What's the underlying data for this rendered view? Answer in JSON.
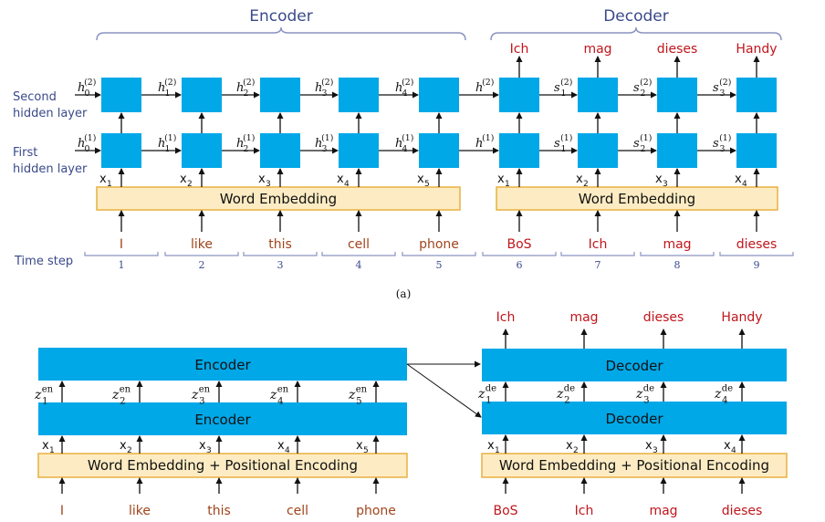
{
  "colors": {
    "cell": "#00a8e8",
    "embed_fill": "#fdecc3",
    "embed_stroke": "#e8b040",
    "dark_text": "#111111",
    "output_red": "#c0161c",
    "input_brown": "#a0441b",
    "label_blue": "#3a4a8a",
    "brace_blue": "#8a94c0",
    "arrow": "#111111"
  },
  "diagram_a": {
    "encoder_title": "Encoder",
    "decoder_title": "Decoder",
    "second_layer_label": [
      "Second",
      "hidden layer"
    ],
    "first_layer_label": [
      "First",
      "hidden layer"
    ],
    "time_step_label": "Time step",
    "encoder_embedding_label": "Word Embedding",
    "decoder_embedding_label": "Word Embedding",
    "caption": "(a)",
    "encoder_inputs": [
      "I",
      "like",
      "this",
      "cell",
      "phone"
    ],
    "decoder_inputs": [
      "BoS",
      "Ich",
      "mag",
      "dieses"
    ],
    "decoder_outputs": [
      "Ich",
      "mag",
      "dieses",
      "Handy"
    ],
    "encoder_x_labels": [
      "x",
      "x",
      "x",
      "x",
      "x"
    ],
    "encoder_x_subs": [
      "1",
      "2",
      "3",
      "4",
      "5"
    ],
    "decoder_x_labels": [
      "x",
      "x",
      "x",
      "x"
    ],
    "decoder_x_subs": [
      "1",
      "2",
      "3",
      "4"
    ],
    "time_steps": [
      "1",
      "2",
      "3",
      "4",
      "5",
      "6",
      "7",
      "8",
      "9"
    ],
    "encoder_h2": [
      {
        "base": "h",
        "sub": "0",
        "sup": "(2)"
      },
      {
        "base": "h",
        "sub": "1",
        "sup": "(2)"
      },
      {
        "base": "h",
        "sub": "2",
        "sup": "(2)"
      },
      {
        "base": "h",
        "sub": "3",
        "sup": "(2)"
      },
      {
        "base": "h",
        "sub": "4",
        "sup": "(2)"
      }
    ],
    "encoder_h1": [
      {
        "base": "h",
        "sub": "0",
        "sup": "(1)"
      },
      {
        "base": "h",
        "sub": "1",
        "sup": "(1)"
      },
      {
        "base": "h",
        "sub": "2",
        "sup": "(1)"
      },
      {
        "base": "h",
        "sub": "3",
        "sup": "(1)"
      },
      {
        "base": "h",
        "sub": "4",
        "sup": "(1)"
      }
    ],
    "decoder_s2": [
      {
        "base": "h",
        "sub": "",
        "sup": "(2)"
      },
      {
        "base": "s",
        "sub": "1",
        "sup": "(2)"
      },
      {
        "base": "s",
        "sub": "2",
        "sup": "(2)"
      },
      {
        "base": "s",
        "sub": "3",
        "sup": "(2)"
      }
    ],
    "decoder_s1": [
      {
        "base": "h",
        "sub": "",
        "sup": "(1)"
      },
      {
        "base": "s",
        "sub": "1",
        "sup": "(1)"
      },
      {
        "base": "s",
        "sub": "2",
        "sup": "(1)"
      },
      {
        "base": "s",
        "sub": "3",
        "sup": "(1)"
      }
    ]
  },
  "diagram_b": {
    "encoder_top_label": "Encoder",
    "encoder_bottom_label": "Encoder",
    "decoder_top_label": "Decoder",
    "decoder_bottom_label": "Decoder",
    "encoder_embedding_label": "Word Embedding + Positional Encoding",
    "decoder_embedding_label": "Word Embedding + Positional Encoding",
    "encoder_inputs": [
      "I",
      "like",
      "this",
      "cell",
      "phone"
    ],
    "decoder_inputs": [
      "BoS",
      "Ich",
      "mag",
      "dieses"
    ],
    "decoder_outputs": [
      "Ich",
      "mag",
      "dieses",
      "Handy"
    ],
    "encoder_x_labels": [
      "x",
      "x",
      "x",
      "x",
      "x"
    ],
    "encoder_x_subs": [
      "1",
      "2",
      "3",
      "4",
      "5"
    ],
    "decoder_x_labels": [
      "x",
      "x",
      "x",
      "x"
    ],
    "decoder_x_subs": [
      "1",
      "2",
      "3",
      "4"
    ],
    "encoder_z": [
      {
        "base": "z",
        "sub": "1",
        "sup": "en"
      },
      {
        "base": "z",
        "sub": "2",
        "sup": "en"
      },
      {
        "base": "z",
        "sub": "3",
        "sup": "en"
      },
      {
        "base": "z",
        "sub": "4",
        "sup": "en"
      },
      {
        "base": "z",
        "sub": "5",
        "sup": "en"
      }
    ],
    "decoder_z": [
      {
        "base": "z",
        "sub": "1",
        "sup": "de"
      },
      {
        "base": "z",
        "sub": "2",
        "sup": "de"
      },
      {
        "base": "z",
        "sub": "3",
        "sup": "de"
      },
      {
        "base": "z",
        "sub": "4",
        "sup": "de"
      }
    ]
  }
}
